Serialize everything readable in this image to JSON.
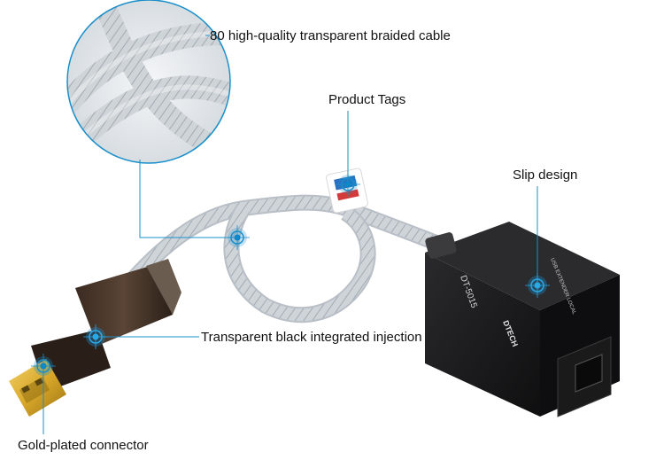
{
  "callouts": {
    "braided_cable": "80 high-quality transparent braided cable",
    "product_tags": "Product Tags",
    "slip_design": "Slip design",
    "injection": "Transparent black integrated injection",
    "gold_connector": "Gold-plated connector"
  },
  "device_print": {
    "model": "DT-5015",
    "description": "USB EXTENDER LOCAL",
    "brand": "DTECH"
  },
  "colors": {
    "callout_line": "#1a8fc9",
    "marker_core": "#0a84c8",
    "cable": "#c9ced4",
    "box_body": "#1b1b1d",
    "connector_gold": "#d9a82a"
  }
}
